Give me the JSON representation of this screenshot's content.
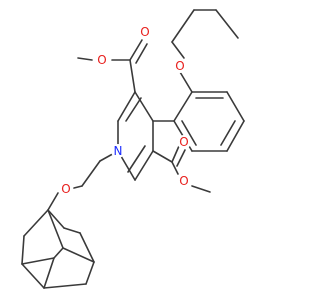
{
  "colors": {
    "bond": "#3a3a3a",
    "oxygen": "#e8201e",
    "nitrogen": "#1c2cff",
    "background": "#ffffff"
  },
  "atoms": {
    "o_butoxy": "O",
    "o_ester1_carbonyl": "O",
    "o_ester1_ether": "O",
    "o_ester2_carbonyl": "O",
    "o_ester2_ether": "O",
    "o_ether_adamantyl": "O",
    "n_ring": "N"
  }
}
